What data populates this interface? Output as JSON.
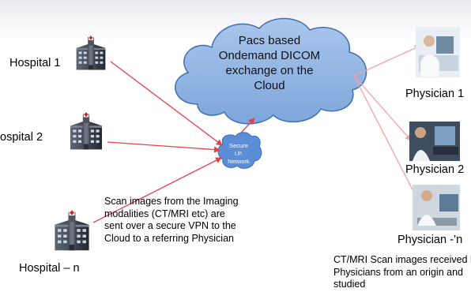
{
  "hospitals": [
    {
      "label": "Hospital 1"
    },
    {
      "label": "ospital 2"
    },
    {
      "label": "Hospital – n"
    }
  ],
  "cloud": {
    "lines": [
      "Pacs based",
      "Ondemand DICOM",
      "exchange on the",
      "Cloud"
    ]
  },
  "vpn": {
    "lines": [
      "Secure",
      "I.P.",
      "Network"
    ]
  },
  "scan_note": {
    "lines": [
      "Scan images  from the Imaging",
      "modalities  (CT/MRI etc) are",
      "sent over a secure VPN to the",
      "Cloud to a referring Physician"
    ]
  },
  "physicians": [
    {
      "label": "Physician 1"
    },
    {
      "label": "Physician 2"
    },
    {
      "label": "Physician -’n"
    }
  ],
  "received_note": {
    "lines": [
      "CT/MRI Scan images received b",
      "Physicians  from an origin and",
      "studied"
    ]
  },
  "colors": {
    "cloud_fill": "#8db3e2",
    "cloud_stroke": "#3f6fae",
    "vpn_fill": "#5b8ed6",
    "arrow_red": "#e5404a",
    "arrow_pink": "#f2a2a6"
  }
}
